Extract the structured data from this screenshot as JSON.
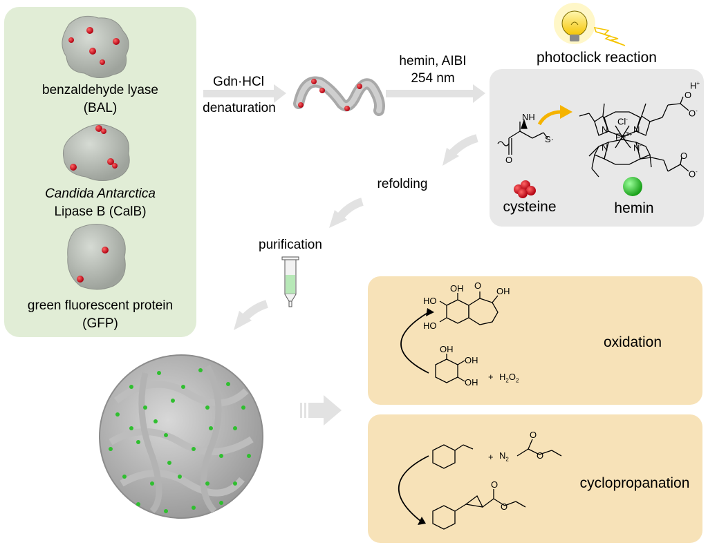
{
  "proteins": {
    "bal_name": "benzaldehyde lyase",
    "bal_abbr": "(BAL)",
    "calb_name_italic": "Candida Antarctica",
    "calb_name": "Lipase B (CalB)",
    "gfp_name": "green fluorescent protein",
    "gfp_abbr": "(GFP)"
  },
  "steps": {
    "reagent1": "Gdn·HCl",
    "step1": "denaturation",
    "reagent2_line1": "hemin, AIBI",
    "reagent2_line2": "254 nm",
    "photoclick": "photoclick reaction",
    "refolding": "refolding",
    "purification": "purification"
  },
  "mechanism": {
    "nh": "NH",
    "o": "O",
    "s_radical": "S·",
    "cl": "Cl",
    "fe": "Fe",
    "fe_charge": "3+",
    "n": "N",
    "n_minus": "N",
    "h_plus": "H",
    "cysteine_label": "cysteine",
    "hemin_label": "hemin",
    "carboxylate": "O",
    "carbonyl": "O"
  },
  "reactions": {
    "oxidation_label": "oxidation",
    "oh": "OH",
    "ho": "HO",
    "o": "O",
    "plus": "+",
    "h2o2": "H",
    "h2o2_tail": "O",
    "sub2": "2",
    "cyclopropanation_label": "cyclopropanation",
    "n2": "N",
    "o_ester": "O"
  },
  "colors": {
    "green_panel": "#e1edd6",
    "gray_panel": "#e8e8e8",
    "tan_panel": "#f7e2b8",
    "cysteine_red": "#d8141e",
    "hemin_green": "#33cc33",
    "arrow_gray": "#e2e2e2",
    "radical_arrow": "#f5b300"
  }
}
